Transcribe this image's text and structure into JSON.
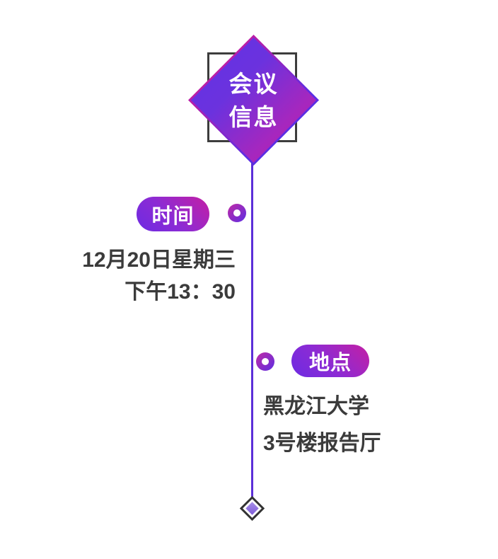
{
  "header": {
    "title_line1": "会议",
    "title_line2": "信息"
  },
  "timeline": {
    "time": {
      "label": "时间",
      "lines": [
        "12月20日星期三",
        "下午13：30"
      ]
    },
    "location": {
      "label": "地点",
      "lines": [
        "黑龙江大学",
        "3号楼报告厅"
      ]
    }
  },
  "colors": {
    "violet": "#5b2ee5",
    "magenta": "#c01f9f",
    "line": "#5b2ed8",
    "text_dark": "#3b3b3b",
    "outline_dark": "#3d3d3d",
    "light_purple": "#8f6fe0",
    "background": "#ffffff"
  }
}
